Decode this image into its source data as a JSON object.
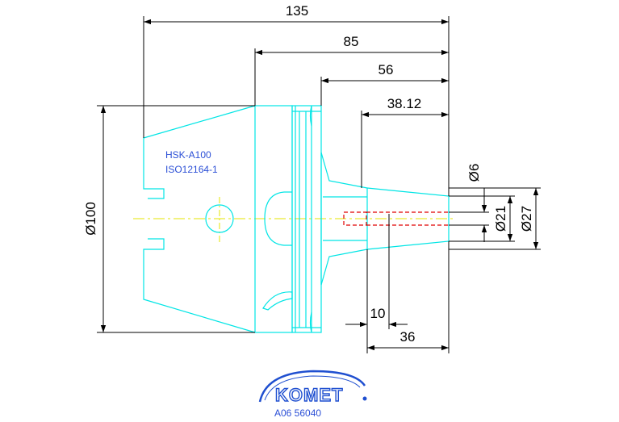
{
  "dimensions": {
    "total_length": "135",
    "flange_length": "85",
    "shank_length": "56",
    "tip_length": "38.12",
    "diameter_body": "Ø100",
    "diameter_bore": "Ø6",
    "diameter_mid": "Ø21",
    "diameter_tip": "Ø27",
    "bore_depth": "10",
    "bore_offset": "36"
  },
  "labels": {
    "standard_line1": "HSK-A100",
    "standard_line2": "ISO12164-1"
  },
  "logo": {
    "brand": "KOMET",
    "part_number": "A06 56040"
  },
  "colors": {
    "outline": "#00e5e5",
    "centerline": "#e5e500",
    "hidden": "#e00000",
    "dimension": "#000000",
    "brand": "#1f4fd0"
  }
}
